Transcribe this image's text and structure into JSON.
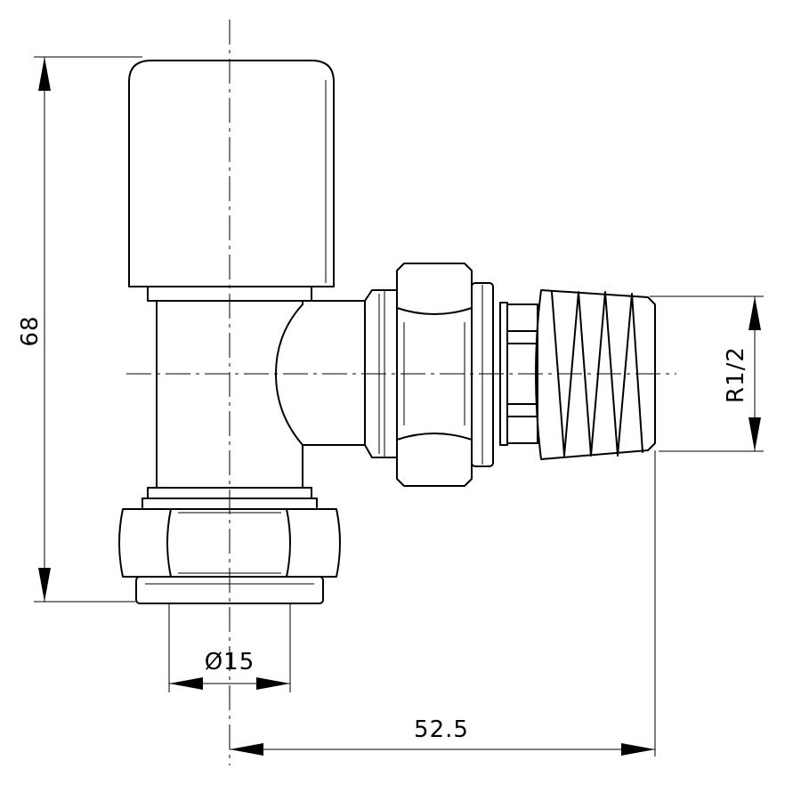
{
  "dimensions": {
    "height": "68",
    "pipe_diameter": "Ø15",
    "thread": "R1/2",
    "offset": "52.5"
  }
}
